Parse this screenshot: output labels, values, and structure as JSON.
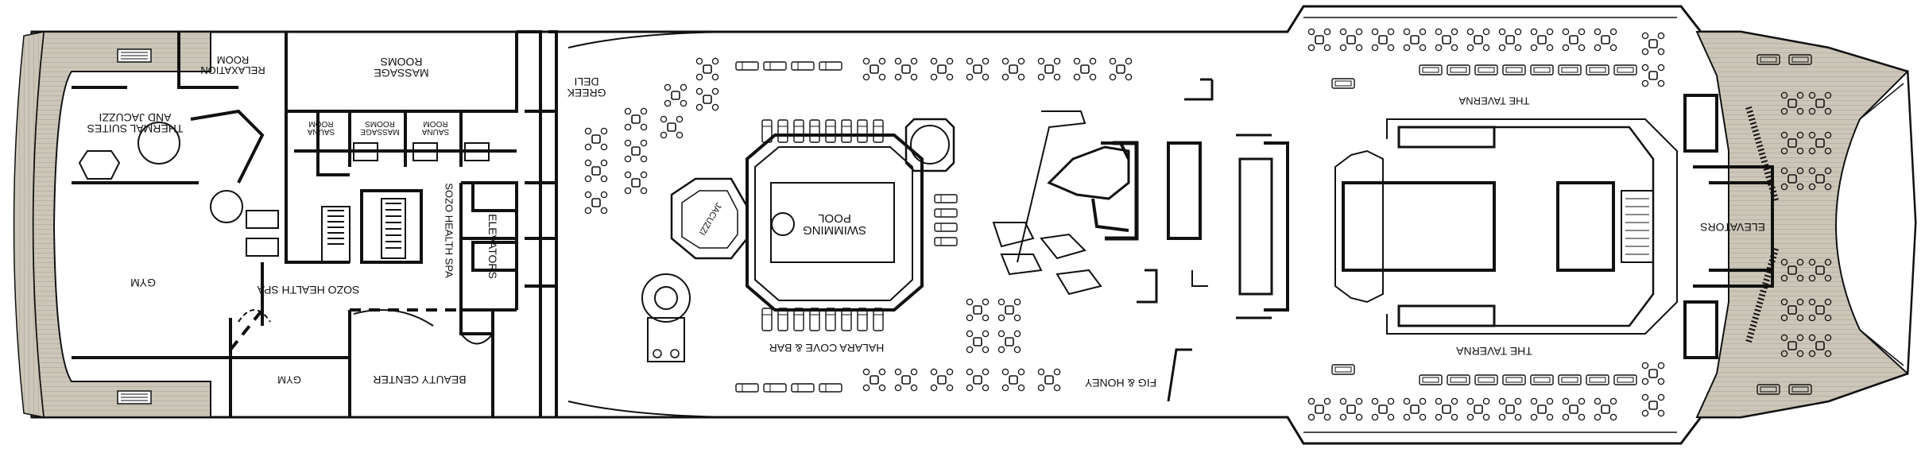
{
  "colors": {
    "wall": "#111111",
    "deck": "#c9c4b6",
    "deck_line": "#8e8a80",
    "floor": "#ffffff"
  },
  "labels": {
    "relaxation_room": [
      "RELAXATION",
      "ROOM"
    ],
    "massage_rooms_top": [
      "MASSAGE",
      "ROOMS"
    ],
    "thermal_suites": [
      "THERMAL SUITES",
      "AND JACUZZI"
    ],
    "sauna_left": [
      "SAUNA",
      "ROOM"
    ],
    "massage_rooms_small": [
      "MASSAGE",
      "ROOMS"
    ],
    "sauna_right": [
      "SAUNA",
      "ROOM"
    ],
    "sozo_health_spa_vertical": "SOZO HEALTH SPA",
    "sozo_health_spa": "SOZO HEALTH SPA",
    "elevators_left": "ELEVATORS",
    "gym_large": "GYM",
    "gym_small": "GYM",
    "beauty_center": "BEAUTY CENTER",
    "greek_deli": [
      "GREEK",
      "DELI"
    ],
    "swimming_pool": [
      "SWIMMING",
      "POOL"
    ],
    "jacuzzi": "JACUZZI",
    "halara_cove": "HALARA COVE & BAR",
    "fig_honey": "FIG & HONEY",
    "taverna_top": "THE TAVERNA",
    "taverna_bottom": "THE TAVERNA",
    "elevators_right": "ELEVATORS"
  }
}
